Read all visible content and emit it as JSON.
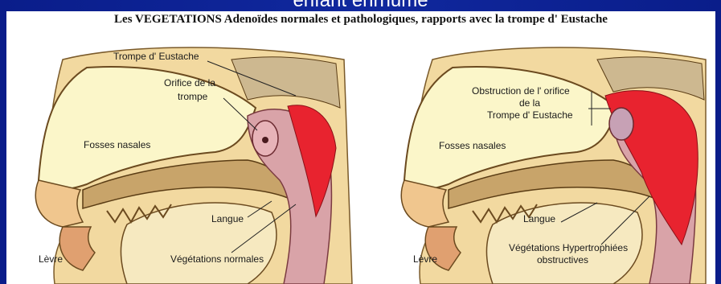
{
  "header": {
    "title": "enfant enrhumé"
  },
  "caption": "Les VEGETATIONS Adenoïdes normales et pathologiques, rapports avec la trompe d' Eustache",
  "left": {
    "trompe": "Trompe d' Eustache",
    "orifice_1": "Orifice de la",
    "orifice_2": "trompe",
    "fosses": "Fosses nasales",
    "langue": "Langue",
    "levre": "Lèvre",
    "vegetations": "Végétations normales"
  },
  "right": {
    "obstruction_1": "Obstruction de l' orifice",
    "obstruction_2": "de la",
    "obstruction_3": "Trompe d' Eustache",
    "fosses": "Fosses nasales",
    "langue": "Langue",
    "levre": "Lèvre",
    "vegetations_1": "Végétations Hypertrophiées",
    "vegetations_2": "obstructives"
  },
  "colors": {
    "background": "#0b1f8f",
    "skin": "#f2d9a0",
    "cavity": "#fbf6c9",
    "mucosa": "#d9a3a8",
    "adenoid": "#e8232f",
    "bone": "#c8a46a"
  }
}
